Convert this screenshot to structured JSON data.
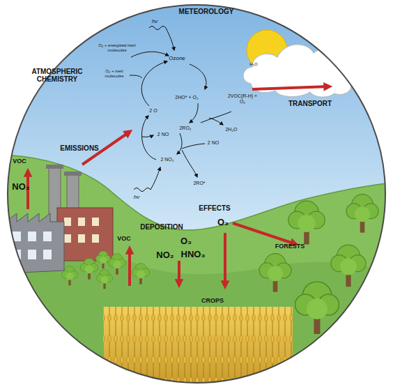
{
  "diagram": {
    "labels": [
      "METEOROLOGY",
      "ATMOSPHERIC CHEMISTRY",
      "hv",
      "O₂ + energized inert molecules",
      "H₂O",
      "O₂ + inert molecules",
      "Ozone",
      "TRANSPORT",
      "2HO* + O₂",
      "2VOC(R-H) + O₂",
      "2 O",
      "EMISSIONS",
      "2 NO",
      "2RO₂",
      "2H₂O",
      "2 NO",
      "2 NO₂",
      "VOC",
      "NO₂",
      "2RO*",
      "hv",
      "EFFECTS",
      "O₃",
      "DEPOSITION",
      "VOC",
      "O₃",
      "NO₂",
      "HNO₃",
      "FORESTS",
      "CROPS"
    ]
  }
}
